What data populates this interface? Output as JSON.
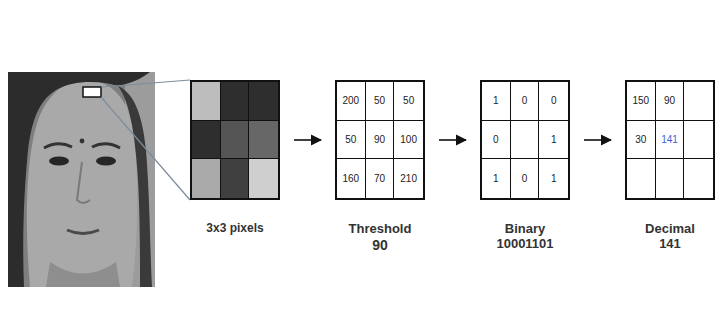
{
  "diagram": {
    "nodes": [
      {
        "text": [
          "3x3 pixels"
        ]
      },
      {
        "text": [
          "Threshold",
          "90"
        ]
      },
      {
        "text": [
          "Binary",
          "10001101"
        ]
      },
      {
        "text": [
          "Decimal",
          "141"
        ]
      }
    ],
    "edges": [
      {
        "from": 0,
        "to": 1,
        "arrow": "to"
      },
      {
        "from": 1,
        "to": 2,
        "arrow": "to"
      },
      {
        "from": 2,
        "to": 3,
        "arrow": "to"
      }
    ],
    "labels": [
      "200",
      "50",
      "50",
      "50",
      "90",
      "100",
      "160",
      "70",
      "210",
      "1",
      "0",
      "0",
      "0",
      "1",
      "1",
      "0",
      "1",
      "150",
      "90",
      "30",
      "141"
    ]
  }
}
